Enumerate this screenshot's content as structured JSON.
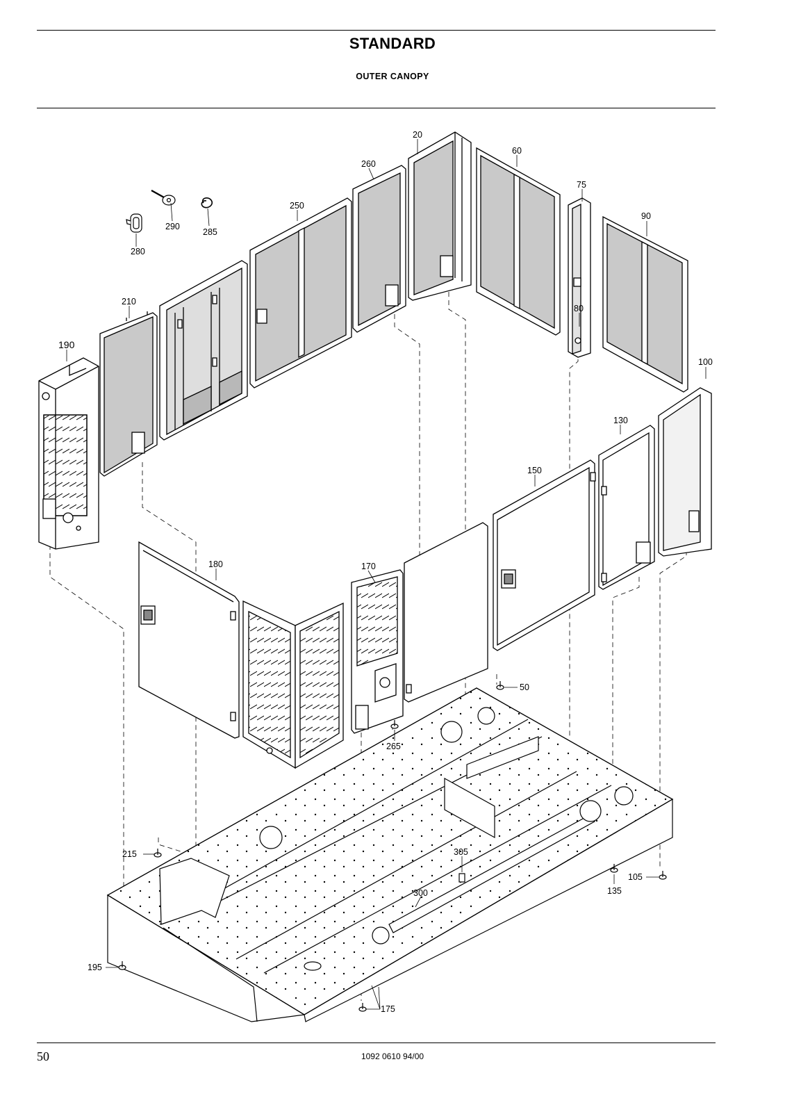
{
  "header": {
    "title": "STANDARD",
    "subtitle": "OUTER CANOPY"
  },
  "footer": {
    "page_number": "50",
    "document_code": "1092 0610 94/00"
  },
  "callouts": {
    "c20": "20",
    "c260": "260",
    "c60": "60",
    "c75": "75",
    "c90": "90",
    "c250": "250",
    "c290": "290",
    "c285": "285",
    "c280": "280",
    "c80": "80",
    "c210": "210",
    "c190": "190",
    "c100": "100",
    "c130": "130",
    "c150": "150",
    "c180": "180",
    "c170": "170",
    "c50": "50",
    "c265": "265",
    "c215": "215",
    "c305": "305",
    "c300": "300",
    "c135": "135",
    "c105": "105",
    "c195": "195",
    "c175": "175"
  },
  "colors": {
    "panel_fill": "#c9c9c9",
    "line": "#000000",
    "background": "#ffffff"
  }
}
